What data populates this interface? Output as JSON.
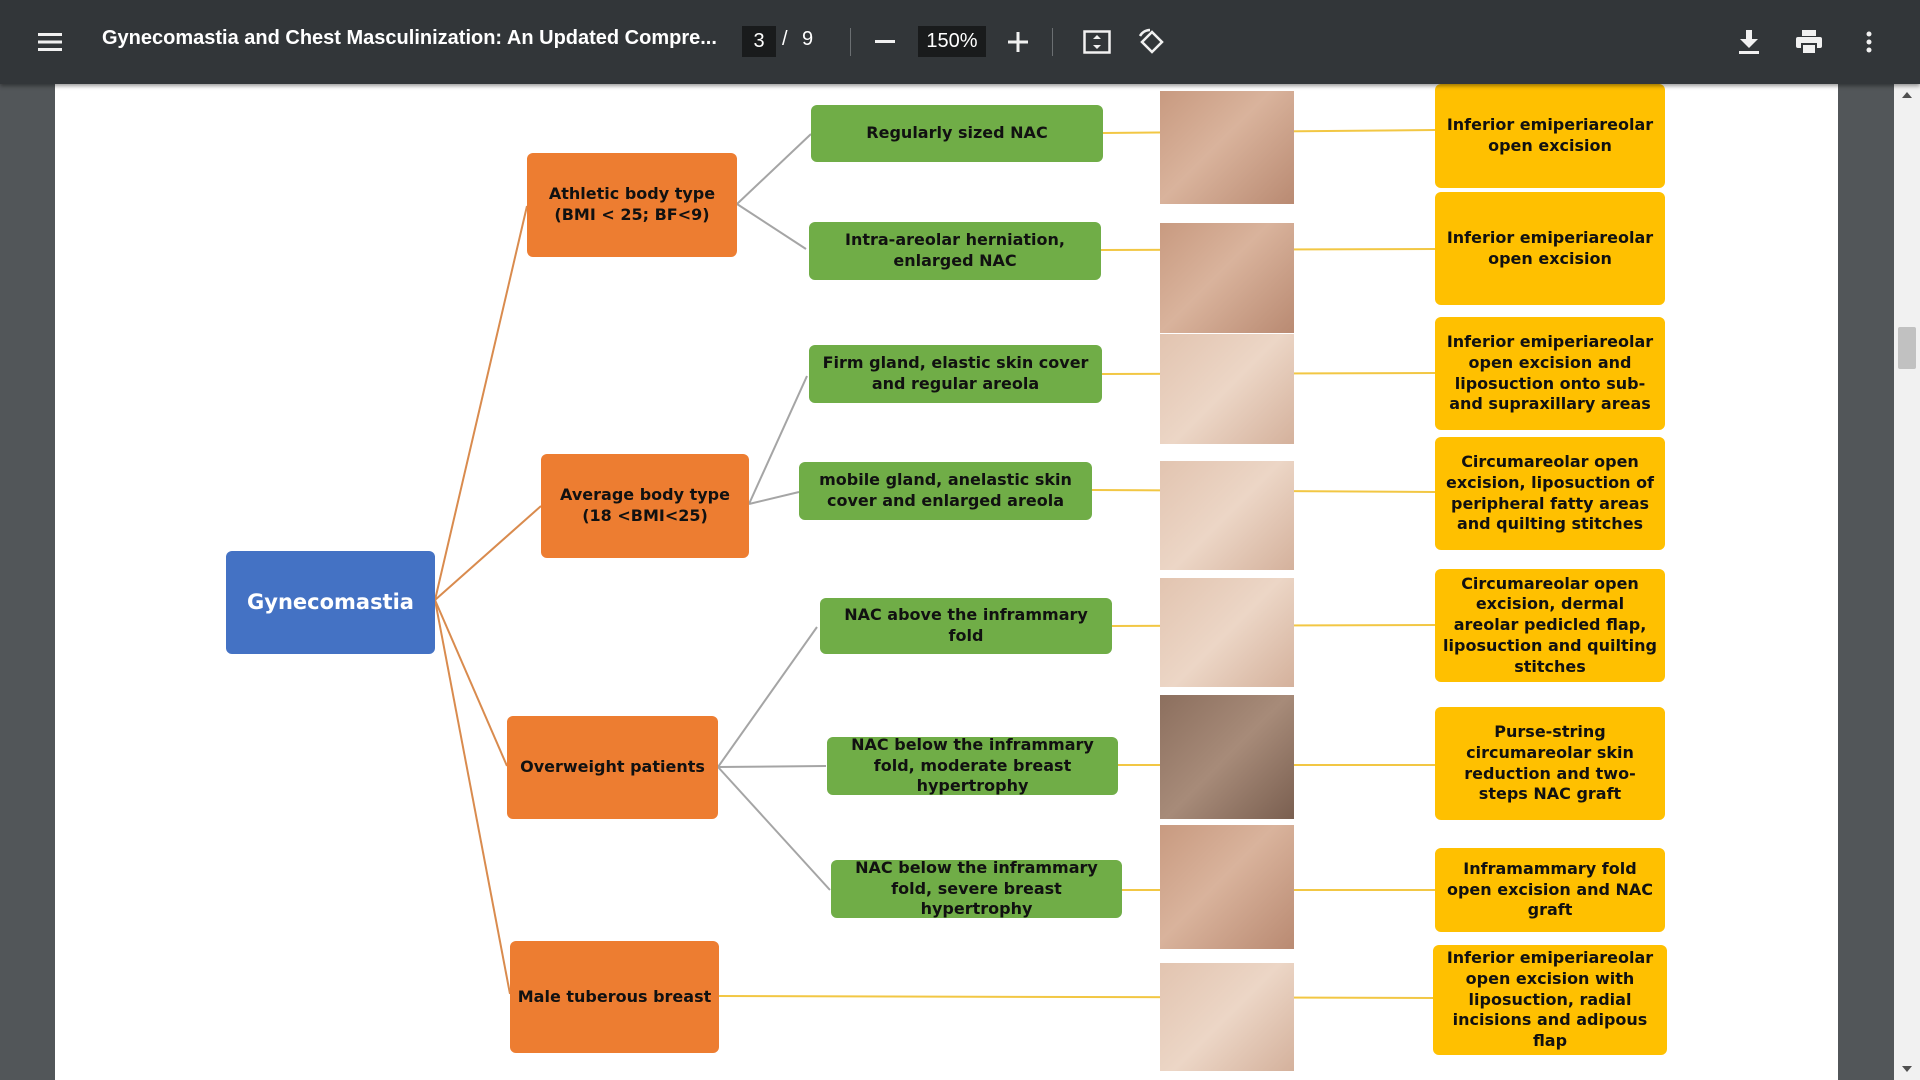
{
  "toolbar": {
    "menu_icon": "hamburger-menu-icon",
    "title": "Gynecomastia and Chest Masculinization: An Updated Compre...",
    "current_page": "3",
    "page_separator": "/",
    "total_pages": "9",
    "zoom": "150%",
    "icons": [
      "zoom-out-icon",
      "zoom-in-icon",
      "fit-page-icon",
      "rotate-icon",
      "download-icon",
      "print-icon",
      "more-options-icon"
    ]
  },
  "diagram": {
    "root": "Gynecomastia",
    "body_types": [
      "Athletic body type (BMI < 25; BF<9)",
      "Average body type (18 <BMI<25)",
      "Overweight patients",
      "Male tuberous breast"
    ],
    "findings": [
      "Regularly sized NAC",
      "Intra-areolar herniation, enlarged NAC",
      "Firm gland, elastic skin cover and regular areola",
      "mobile gland, anelastic skin cover and enlarged areola",
      "NAC above the inframmary fold",
      "NAC below the inframmary fold, moderate breast hypertrophy",
      "NAC below the inframmary fold, severe breast hypertrophy"
    ],
    "treatments": [
      "Inferior emiperiareolar open excision",
      "Inferior emiperiareolar open excision",
      "Inferior emiperiareolar open excision and liposuction onto sub- and supraxillary areas",
      "Circumareolar open excision, liposuction of peripheral fatty areas and quilting stitches",
      "Circumareolar open excision, dermal areolar pedicled flap, liposuction and quilting stitches",
      "Purse-string circumareolar skin reduction and two-steps NAC graft",
      "Inframammary fold open excision and NAC graft",
      "Inferior emiperiareolar open excision with liposuction, radial incisions and adipous flap"
    ]
  }
}
